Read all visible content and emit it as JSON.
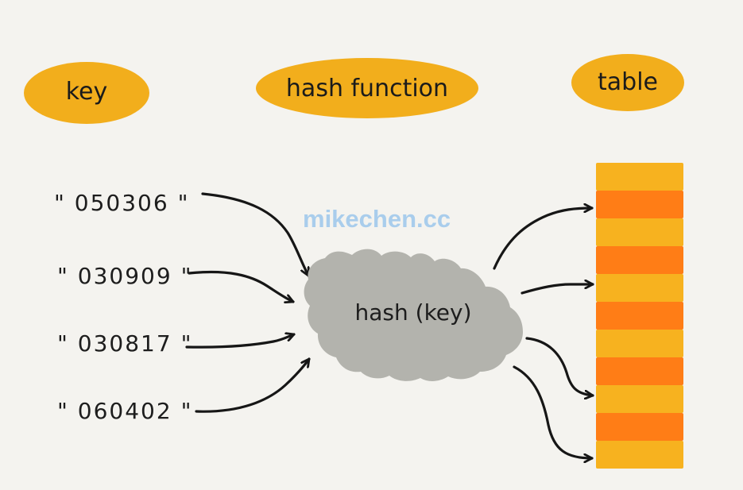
{
  "headers": {
    "key": "key",
    "hash_function": "hash function",
    "table": "table"
  },
  "keys": [
    "\" 050306 \"",
    "\" 030909 \"",
    "\" 030817 \"",
    "\" 060402 \""
  ],
  "hash_label": "hash (key)",
  "watermark": "mikechen.cc",
  "table": {
    "rows": 11,
    "pattern": [
      "yellow",
      "orange",
      "yellow",
      "orange",
      "yellow",
      "orange",
      "yellow",
      "orange",
      "yellow",
      "orange",
      "yellow"
    ]
  },
  "colors": {
    "background": "#f4f3ef",
    "pill": "#f2ae1c",
    "cloud": "#b3b3ad",
    "table_yellow": "#f7b21f",
    "table_orange": "#ff7d16",
    "ink": "#161616",
    "watermark": "#a9cdec"
  }
}
